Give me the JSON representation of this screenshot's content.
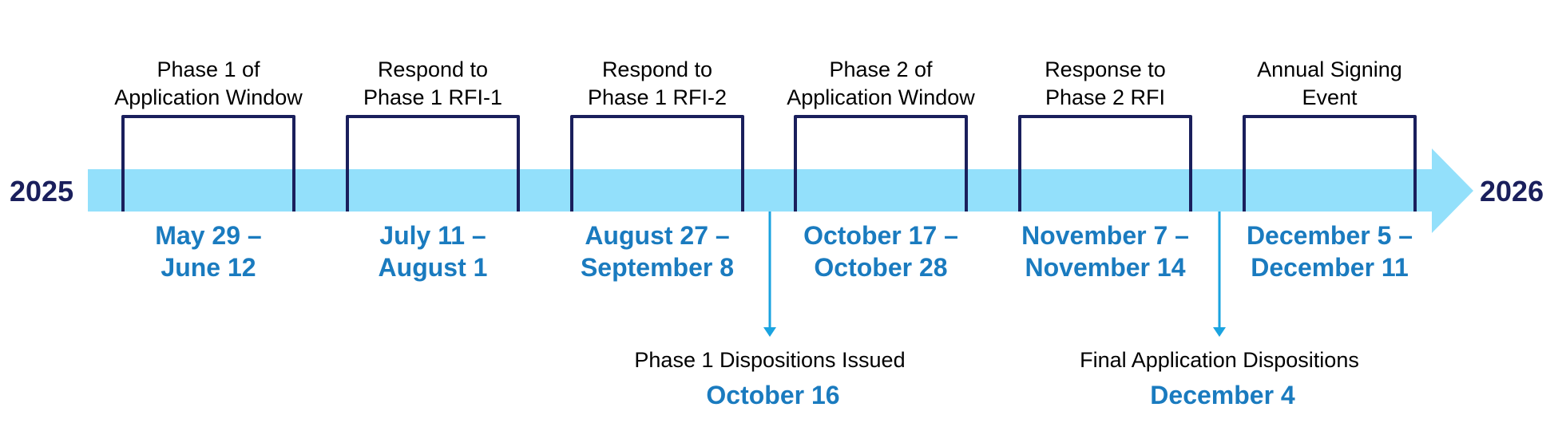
{
  "timeline": {
    "start_year": "2025",
    "end_year": "2026",
    "colors": {
      "arrow": "#93e0fb",
      "bracket": "#1a1f5c",
      "dates": "#1a7bbf",
      "milestone_pointer": "#1aa3e0"
    },
    "phases": [
      {
        "title": "Phase 1 of\nApplication Window",
        "dates": "May 29 –\nJune 12"
      },
      {
        "title": "Respond to\nPhase 1 RFI-1",
        "dates": "July 11 –\nAugust 1"
      },
      {
        "title": "Respond to\nPhase 1 RFI-2",
        "dates": "August 27 –\nSeptember 8"
      },
      {
        "title": "Phase 2 of\nApplication Window",
        "dates": "October 17 –\nOctober 28"
      },
      {
        "title": "Response to\nPhase 2 RFI",
        "dates": "November 7 –\nNovember 14"
      },
      {
        "title": "Annual Signing\nEvent",
        "dates": "December 5 –\nDecember 11"
      }
    ],
    "milestones": [
      {
        "label": "Phase 1 Dispositions Issued",
        "date": "October 16"
      },
      {
        "label": "Final Application Dispositions",
        "date": "December 4"
      }
    ]
  }
}
